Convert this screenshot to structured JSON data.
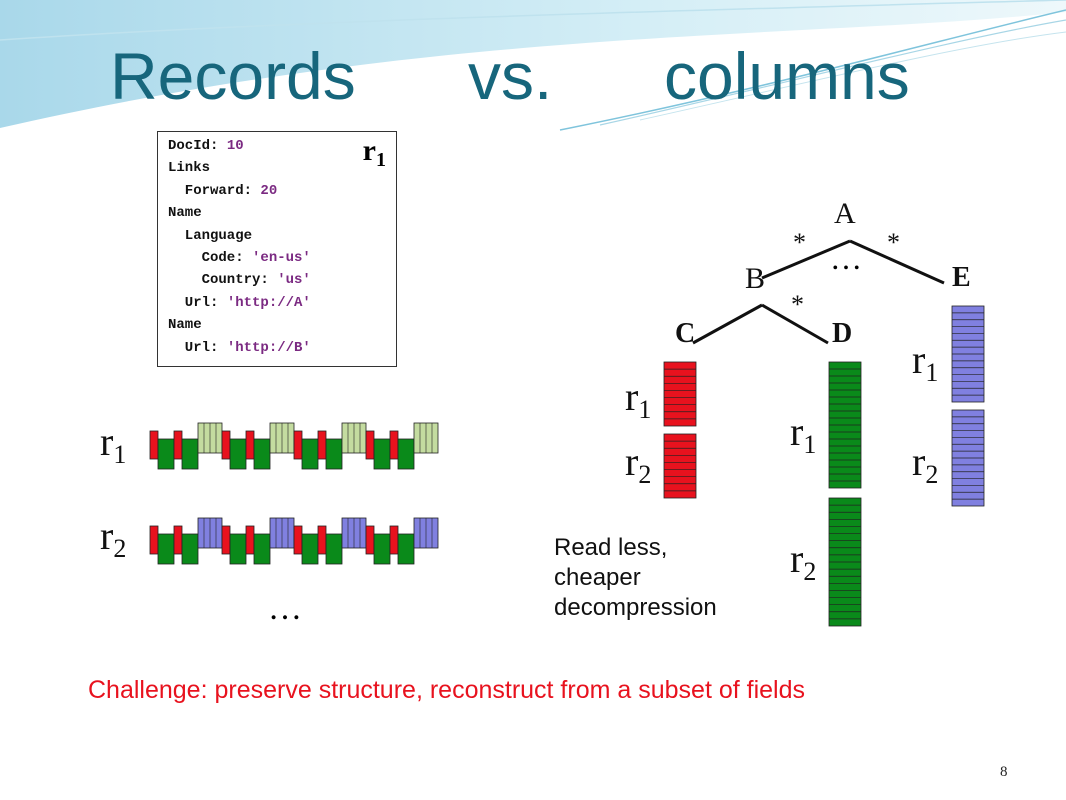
{
  "title": {
    "word1": "Records",
    "word2": "vs.",
    "word3": "columns"
  },
  "record": {
    "label": "r",
    "label_sub": "1",
    "lines": [
      {
        "key": "DocId: ",
        "value": "10"
      },
      {
        "key": "Links",
        "value": ""
      },
      {
        "key": "  Forward: ",
        "value": "20"
      },
      {
        "key": "Name",
        "value": ""
      },
      {
        "key": "  Language",
        "value": ""
      },
      {
        "key": "    Code: ",
        "value": "'en-us'"
      },
      {
        "key": "    Country: ",
        "value": "'us'"
      },
      {
        "key": "  Url: ",
        "value": "'http://A'"
      },
      {
        "key": "Name",
        "value": ""
      },
      {
        "key": "  Url: ",
        "value": "'http://B'"
      }
    ]
  },
  "rows": {
    "r1_label": "r",
    "r1_sub": "1",
    "r2_label": "r",
    "r2_sub": "2",
    "ellipsis": "…"
  },
  "tree": {
    "A": "A",
    "B": "B",
    "C": "C",
    "D": "D",
    "E": "E",
    "star": "*",
    "ellipsis": "…"
  },
  "columns": {
    "C_r1": "r",
    "C_r1_sub": "1",
    "C_r2": "r",
    "C_r2_sub": "2",
    "D_r1": "r",
    "D_r1_sub": "1",
    "D_r2": "r",
    "D_r2_sub": "2",
    "E_r1": "r",
    "E_r1_sub": "1",
    "E_r2": "r",
    "E_r2_sub": "2"
  },
  "note": {
    "line1": "Read less,",
    "line2": "cheaper",
    "line3": "decompression"
  },
  "challenge": "Challenge: preserve structure, reconstruct from a subset of fields",
  "page_number": "8",
  "colors": {
    "title": "#17667c",
    "red": "#e8121e",
    "green": "#0a8a1a",
    "light_green": "#c4dca0",
    "blue": "#8080e0"
  }
}
